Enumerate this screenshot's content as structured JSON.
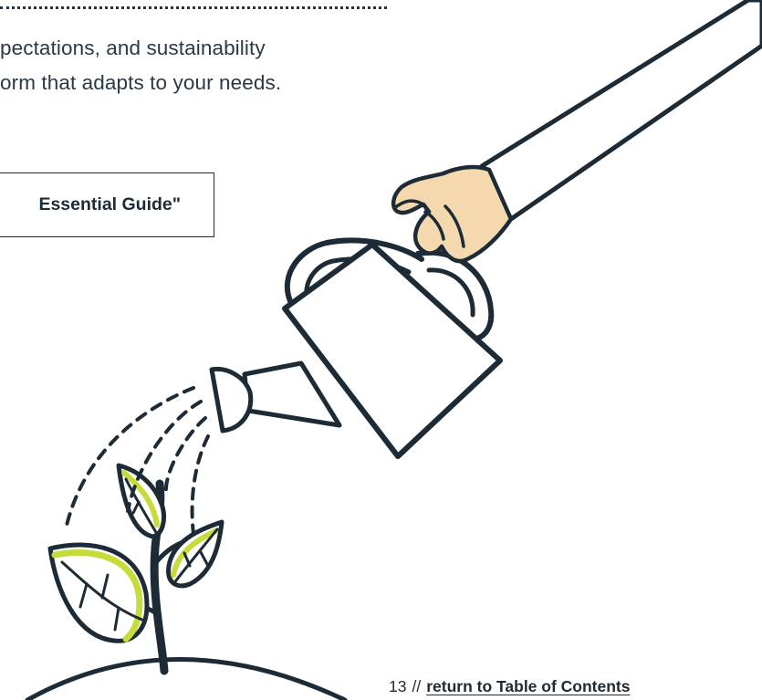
{
  "body": {
    "line1": "pectations, and sustainability",
    "line2": "orm that adapts to your needs."
  },
  "callout": {
    "label": "Essential Guide\""
  },
  "footer": {
    "page_number": "13",
    "separator": "//",
    "toc_link": "return to Table of Contents"
  },
  "colors": {
    "ink": "#1d2b36",
    "leaf_highlight": "#c5dc3a",
    "skin": "#f4d8ae",
    "background": "#ffffff"
  },
  "icons": [
    "hand-icon",
    "watering-can-icon",
    "water-drops-icon",
    "sprout-icon",
    "ground-icon"
  ]
}
